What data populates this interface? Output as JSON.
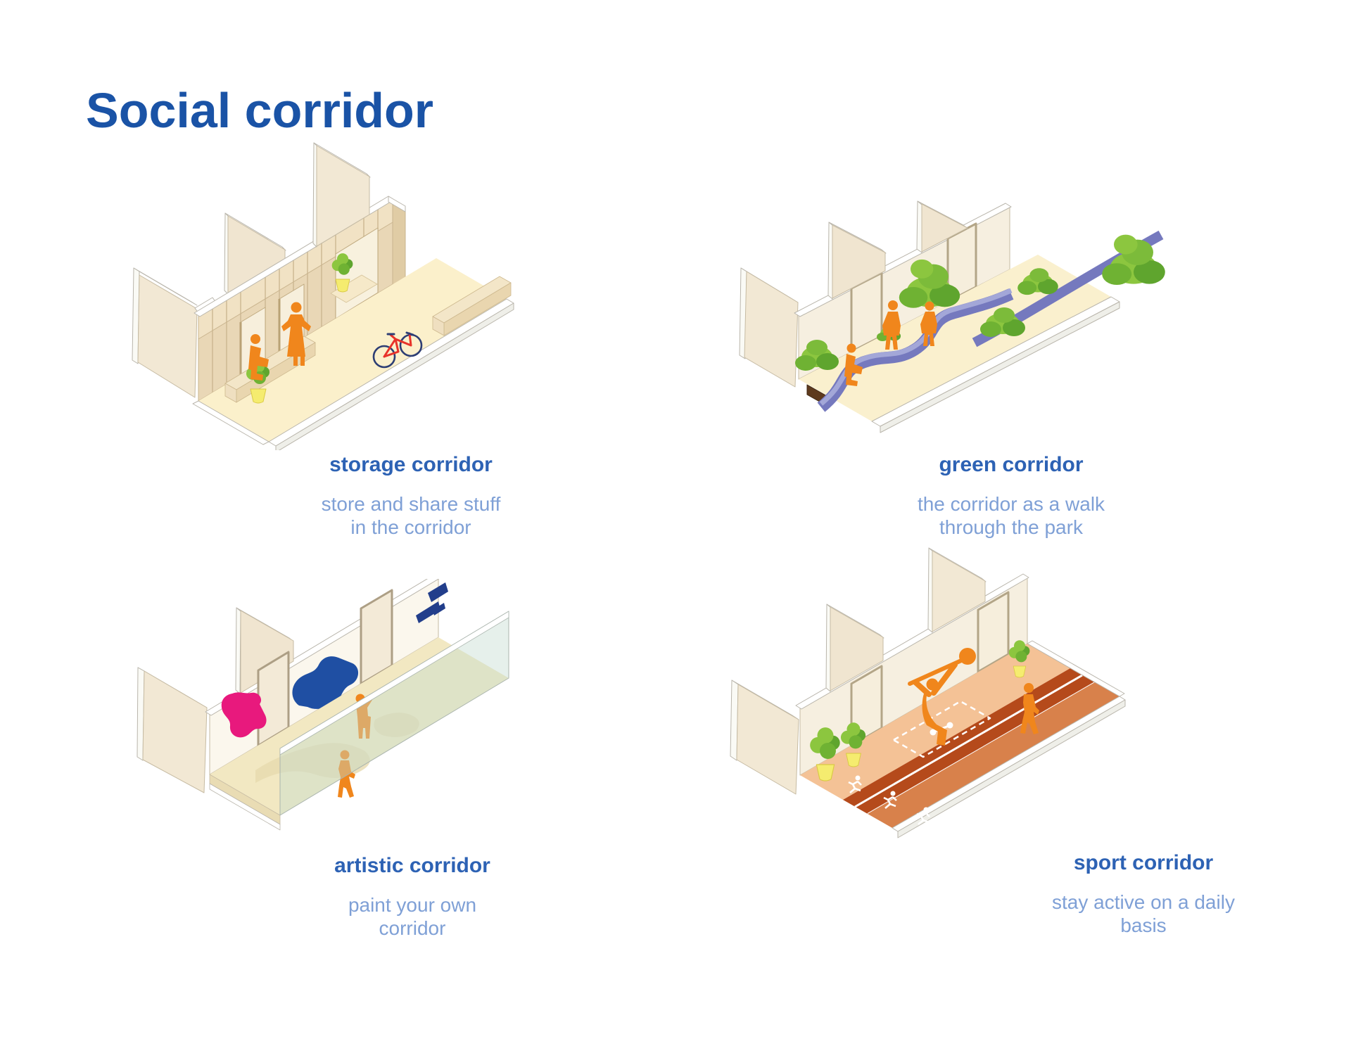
{
  "page_title": "Social corridor",
  "colors": {
    "title_blue": "#1a53a6",
    "caption_title_blue": "#2d62b4",
    "caption_body_blue": "#7fa0d6",
    "wall_beige": "#f2e8d4",
    "cabinet_beige": "#e9d7b6",
    "floor_cream": "#fbf0cb",
    "figure_orange": "#f0861c",
    "plant_green": "#8cc63f",
    "pot_yellow": "#f5ec6f",
    "bench_purple": "#7579be",
    "paint_pink": "#e8197d",
    "paint_blue": "#1f4fa3",
    "bicycle_red": "#e8332a",
    "track_dark_orange": "#b54a1b",
    "track_mid_orange": "#d8814b",
    "track_light_orange": "#f4c296"
  },
  "cards": [
    {
      "id": "storage-corridor",
      "title": "storage corridor",
      "description": "store and share stuff\nin the corridor"
    },
    {
      "id": "green-corridor",
      "title": "green corridor",
      "description": "the corridor as a walk\nthrough the park"
    },
    {
      "id": "artistic-corridor",
      "title": "artistic corridor",
      "description": "paint your own\ncorridor"
    },
    {
      "id": "sport-corridor",
      "title": "sport corridor",
      "description": "stay active on a daily\nbasis"
    }
  ]
}
